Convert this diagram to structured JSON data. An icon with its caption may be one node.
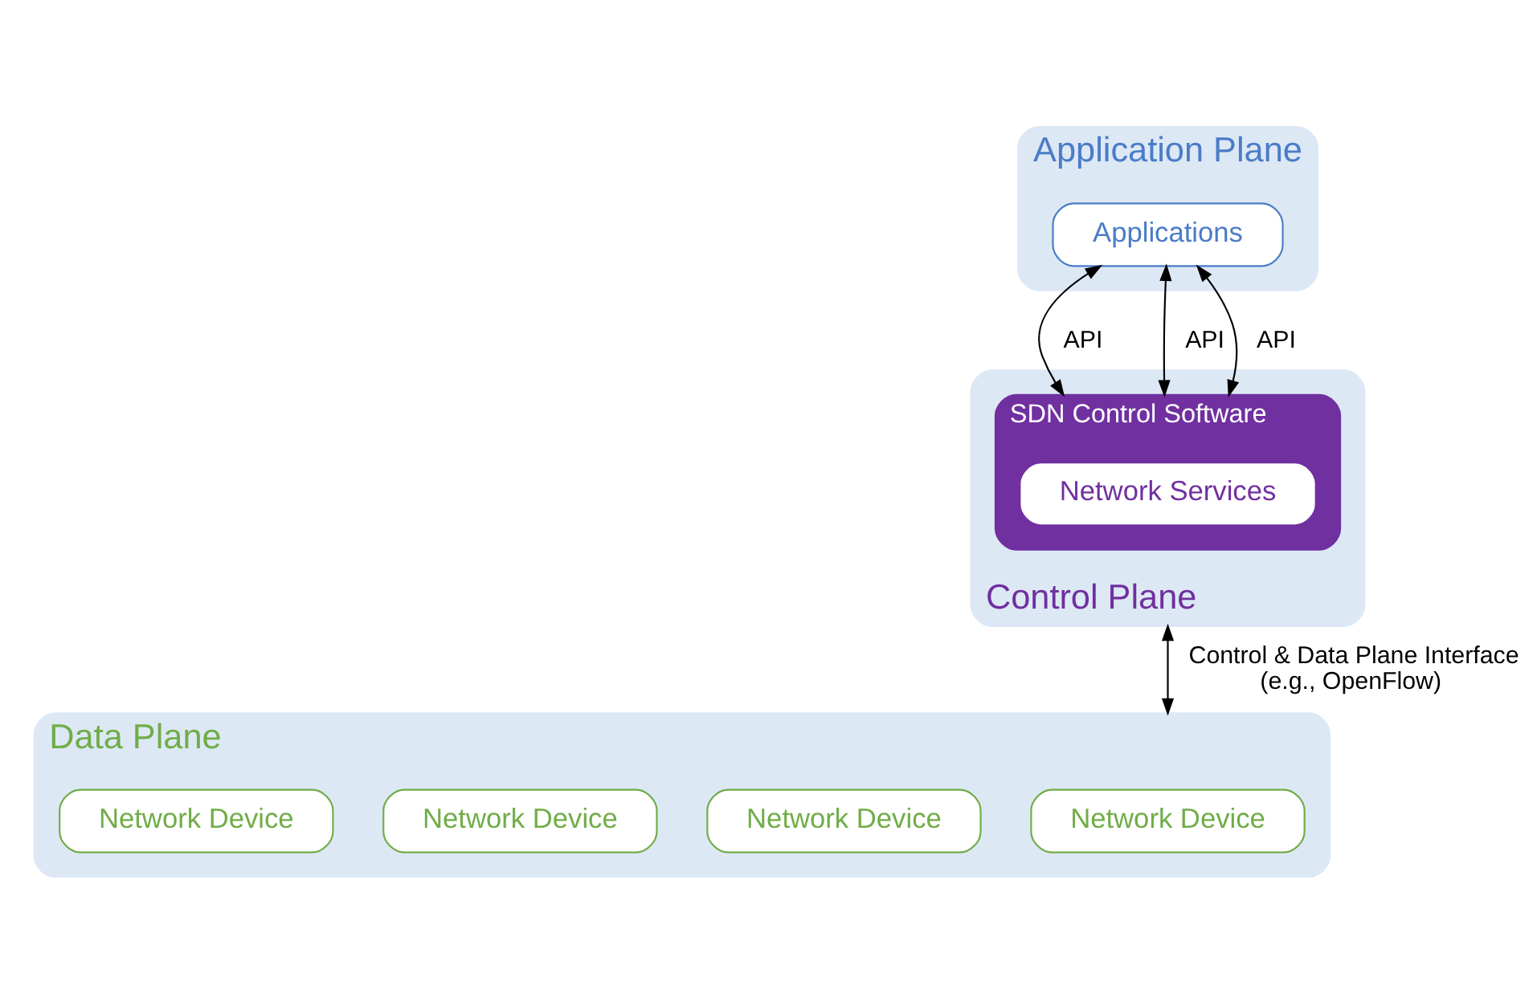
{
  "diagram": {
    "nodes": [
      {
        "text": [
          "Application Plane"
        ]
      },
      {
        "text": [
          "Applications"
        ],
        "in": 0
      },
      {
        "text": [
          "Control Plane"
        ]
      },
      {
        "text": [
          "SDN Control Software"
        ],
        "in": 2
      },
      {
        "text": [
          "Network Services"
        ],
        "in": 3
      },
      {
        "text": [
          "Data Plane"
        ]
      },
      {
        "text": [
          "Network Device"
        ],
        "in": 5
      },
      {
        "text": [
          "Network Device"
        ],
        "in": 5
      },
      {
        "text": [
          "Network Device"
        ],
        "in": 5
      },
      {
        "text": [
          "Network Device"
        ],
        "in": 5
      }
    ],
    "edges": [
      {
        "from": 1,
        "to": 3,
        "arrow": "both",
        "label": "API"
      },
      {
        "from": 1,
        "to": 3,
        "arrow": "both",
        "label": "API"
      },
      {
        "from": 1,
        "to": 3,
        "arrow": "both",
        "label": "API"
      },
      {
        "from": 2,
        "to": 5,
        "arrow": "both",
        "label": "Control & Data Plane Interface (e.g., OpenFlow)"
      }
    ]
  }
}
